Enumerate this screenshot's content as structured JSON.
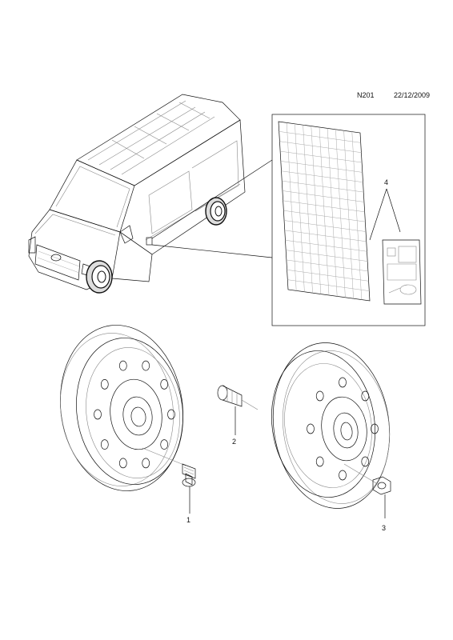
{
  "header": {
    "code": "N201",
    "date": "22/12/2009"
  },
  "callouts": [
    {
      "id": "1",
      "label": "1"
    },
    {
      "id": "2",
      "label": "2"
    },
    {
      "id": "3",
      "label": "3"
    },
    {
      "id": "4",
      "label": "4"
    }
  ]
}
